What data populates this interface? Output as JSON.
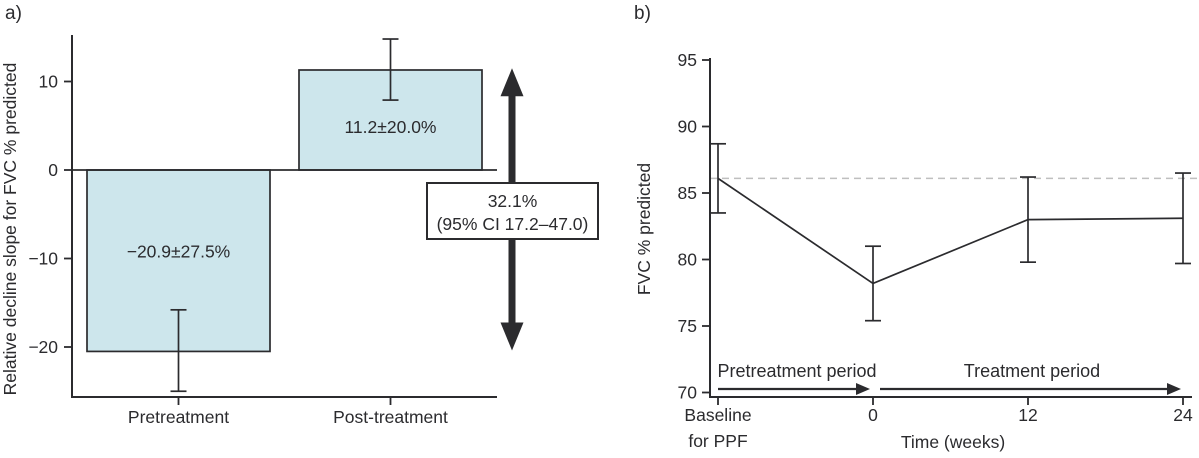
{
  "figure": {
    "panel_a_label": "a)",
    "panel_b_label": "b)",
    "ink_color": "#2b2b2e",
    "bar_fill_color": "#cde6ec",
    "dashed_line_color": "#bfbfbf",
    "background_color": "#ffffff"
  },
  "chart_data": [
    {
      "type": "bar",
      "panel": "a",
      "title": "",
      "xlabel": "",
      "ylabel": "Relative decline slope for FVC % predicted",
      "categories": [
        "Pretreatment",
        "Post-treatment"
      ],
      "values": [
        -20.5,
        11.3
      ],
      "bar_labels": [
        "−20.9±27.5%",
        "11.2±20.0%"
      ],
      "errors": [
        {
          "low": -25.0,
          "high": -15.8
        },
        {
          "low": 7.9,
          "high": 14.8
        }
      ],
      "yticks": [
        10,
        0,
        -10,
        -20
      ],
      "ytick_labels": [
        "10",
        "0",
        "−10",
        "−20"
      ],
      "ylim": [
        -25.7,
        15.3
      ],
      "grid": false,
      "zero_baseline": true,
      "annotation": {
        "line1": "32.1%",
        "line2": "(95% CI 17.2–47.0)",
        "arrow_top_value": 11.5,
        "arrow_bottom_value": -20.4
      }
    },
    {
      "type": "line",
      "panel": "b",
      "title": "",
      "xlabel": "Time (weeks)",
      "ylabel": "FVC % predicted",
      "x_tick_labels": [
        [
          "Baseline",
          "for PPF"
        ],
        [
          "0"
        ],
        [
          "12"
        ],
        [
          "24"
        ]
      ],
      "values": [
        86.1,
        78.2,
        83.0,
        83.1
      ],
      "errors": [
        {
          "low": 83.5,
          "high": 88.7
        },
        {
          "low": 75.4,
          "high": 81.0
        },
        {
          "low": 79.8,
          "high": 86.2
        },
        {
          "low": 79.7,
          "high": 86.5
        }
      ],
      "yticks": [
        95,
        90,
        85,
        80,
        75,
        70
      ],
      "ytick_labels": [
        "95",
        "90",
        "85",
        "80",
        "75",
        "70"
      ],
      "ylim": [
        70,
        95.5
      ],
      "grid": false,
      "reference_line_value": 86.1,
      "periods": [
        {
          "label": "Pretreatment period"
        },
        {
          "label": "Treatment period"
        }
      ]
    }
  ]
}
